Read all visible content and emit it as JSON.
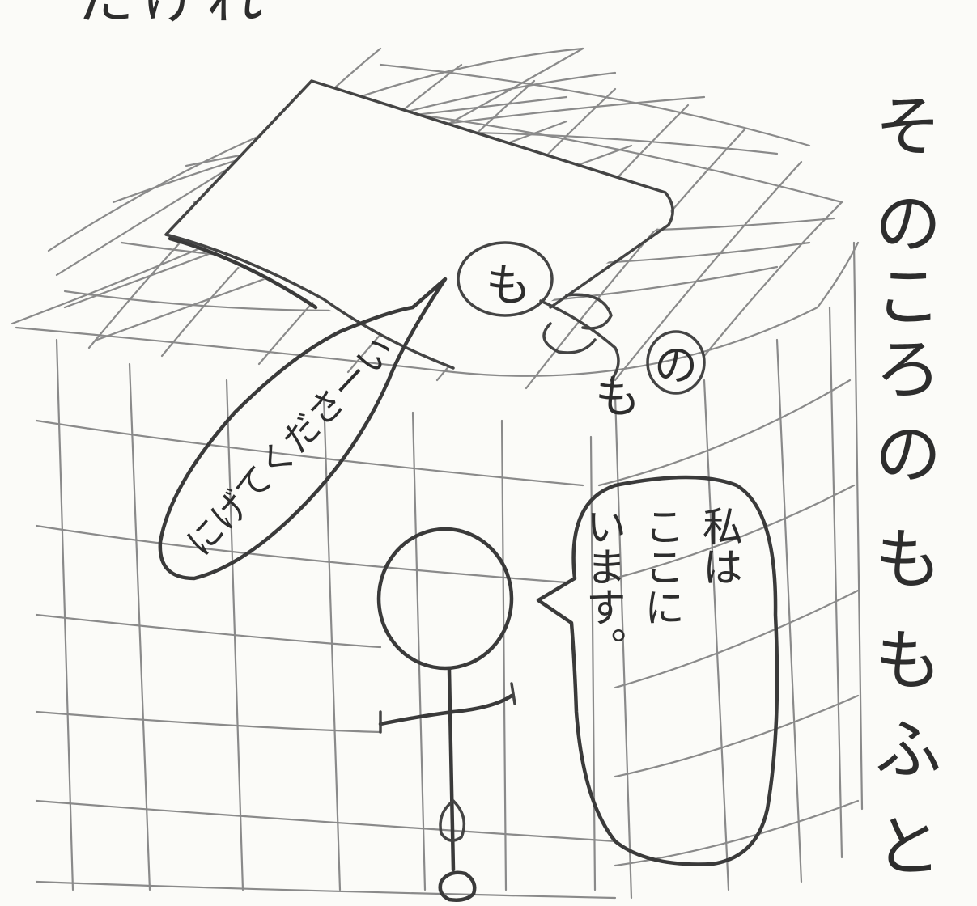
{
  "sketch": {
    "top_fragment": "たけれ",
    "narration": [
      "そ",
      "の",
      "こ",
      "ろ",
      "の",
      "も",
      "も",
      "ふ",
      "と"
    ],
    "tag_chars": [
      "も",
      "も",
      "の"
    ],
    "speech_left": "にげてくださーい",
    "speech_right": [
      "私は",
      "ここに",
      "います。"
    ]
  }
}
